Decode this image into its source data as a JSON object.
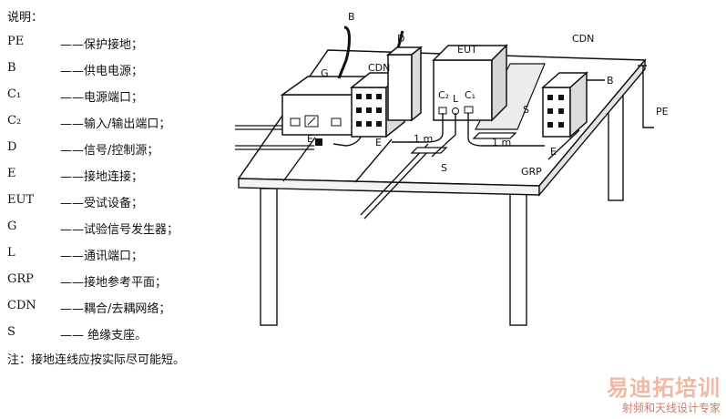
{
  "legend": {
    "title": "说明：",
    "items": [
      {
        "code": "PE",
        "desc": "——保护接地；"
      },
      {
        "code": "B",
        "desc": "——供电电源；"
      },
      {
        "code": "C₁",
        "desc": "——电源端口；"
      },
      {
        "code": "C₂",
        "desc": "——输入/输出端口；"
      },
      {
        "code": "D",
        "desc": "——信号/控制源；"
      },
      {
        "code": "E",
        "desc": "——接地连接；"
      },
      {
        "code": "EUT",
        "desc": "——受试设备；"
      },
      {
        "code": "G",
        "desc": "——试验信号发生器；"
      },
      {
        "code": "L",
        "desc": "——通讯端口；"
      },
      {
        "code": "GRP",
        "desc": "——接地参考平面；"
      },
      {
        "code": "CDN",
        "desc": "——耦合/去耦网络；"
      },
      {
        "code": "S",
        "desc": "—— 绝缘支座。"
      }
    ],
    "note": "注：接地连线应按实际尽可能短。"
  },
  "diagram": {
    "labels": {
      "b_top": "B",
      "d_top": "D",
      "eut": "EUT",
      "cdn_right": "CDN",
      "g": "G",
      "cdn_left": "CDN",
      "c2": "C₂",
      "l": "L",
      "c1": "C₁",
      "b_right": "B",
      "pe": "PE",
      "s_right": "S",
      "e_left": "E",
      "e_mid": "E",
      "m1_left": "1 m",
      "m1_right": "1 m",
      "e_right": "E",
      "s_mid": "S",
      "grp": "GRP"
    }
  },
  "watermark": {
    "main": "易迪拓培训",
    "sub": "射频和天线设计专家"
  }
}
